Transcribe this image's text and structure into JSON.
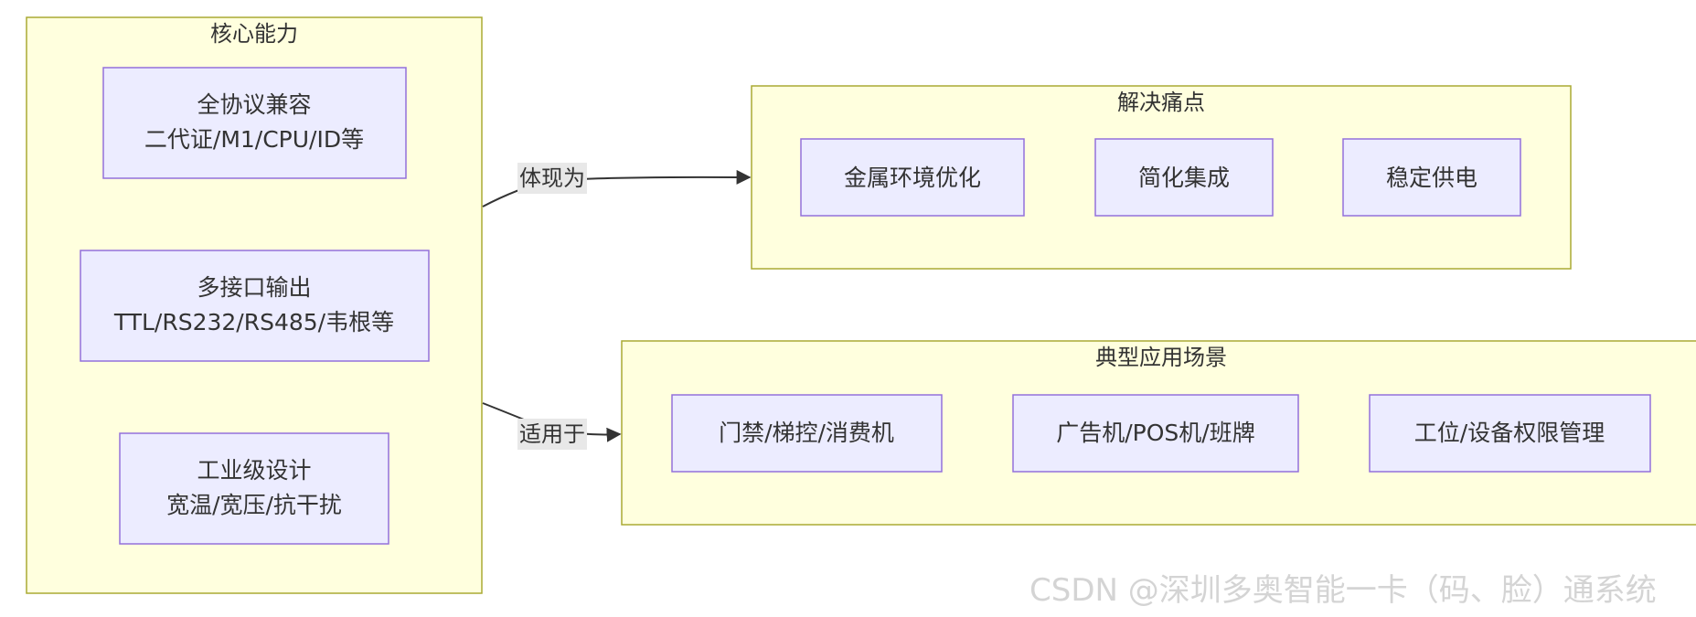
{
  "clusters": {
    "core": {
      "title": "核心能力",
      "nodes": [
        {
          "line1": "全协议兼容",
          "line2": "二代证/M1/CPU/ID等"
        },
        {
          "line1": "多接口输出",
          "line2": "TTL/RS232/RS485/韦根等"
        },
        {
          "line1": "工业级设计",
          "line2": "宽温/宽压/抗干扰"
        }
      ]
    },
    "pain": {
      "title": "解决痛点",
      "nodes": [
        "金属环境优化",
        "简化集成",
        "稳定供电"
      ]
    },
    "scenes": {
      "title": "典型应用场景",
      "nodes": [
        "门禁/梯控/消费机",
        "广告机/POS机/班牌",
        "工位/设备权限管理"
      ]
    }
  },
  "edges": [
    {
      "label": "体现为",
      "from": "核心能力",
      "to": "解决痛点"
    },
    {
      "label": "适用于",
      "from": "核心能力",
      "to": "典型应用场景"
    }
  ],
  "watermark": "CSDN @深圳多奥智能一卡（码、脸）通系统"
}
